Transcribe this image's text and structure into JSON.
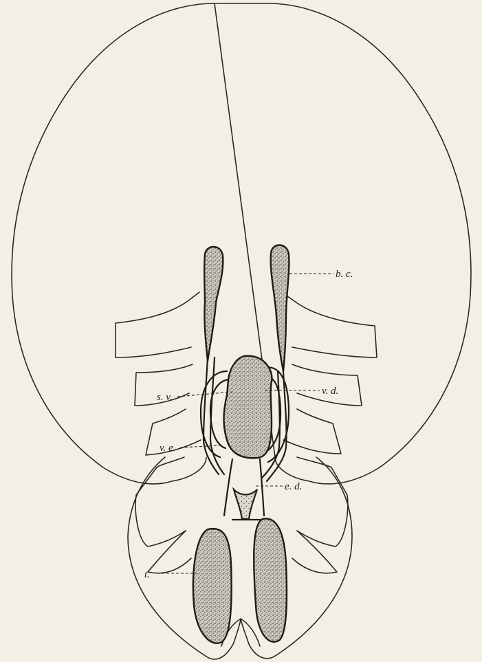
{
  "labels": {
    "bc": "b. c.",
    "sv": "s. v.",
    "vd": "v. d.",
    "ve": "v. e.",
    "ed": "e. d.",
    "t": "t."
  }
}
